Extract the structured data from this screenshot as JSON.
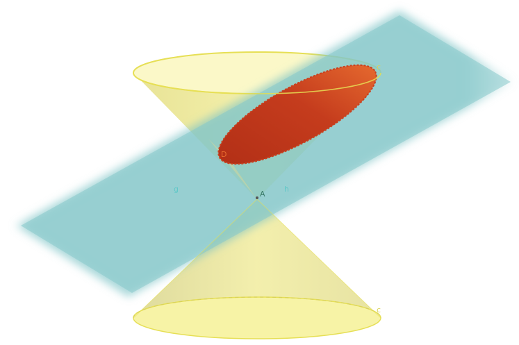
{
  "figure": {
    "description": "",
    "labels": {
      "apex": "A",
      "plane_left": "g",
      "plane_right": "h",
      "cone_top_edge": "c",
      "cone_bottom_edge": "c",
      "ellipse_point": "D"
    },
    "colors": {
      "cone_fill": "#f7f3a6",
      "cone_rim": "#e6df55",
      "plane": "#7cc3c6",
      "section_dark": "#b8341a",
      "section_light": "#e3682d",
      "label_cyan": "#5fc8c8",
      "label_dark": "#3a7a6a"
    }
  }
}
